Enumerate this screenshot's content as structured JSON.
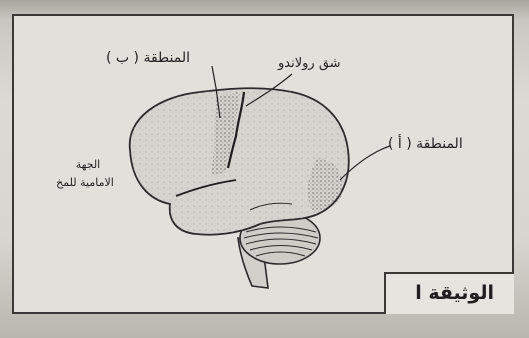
{
  "labels": {
    "region_b": "المنطقة ( ب )",
    "rolando_fissure": "شق رولاندو",
    "region_a": "المنطقة ( أ )",
    "front_line1": "الجهة",
    "front_line2": "الامامية للمخ"
  },
  "document_title": "الوثيقة ا",
  "colors": {
    "ink": "#222222",
    "paper": "#e2e0da",
    "brain_fill": "#d0cec8"
  }
}
